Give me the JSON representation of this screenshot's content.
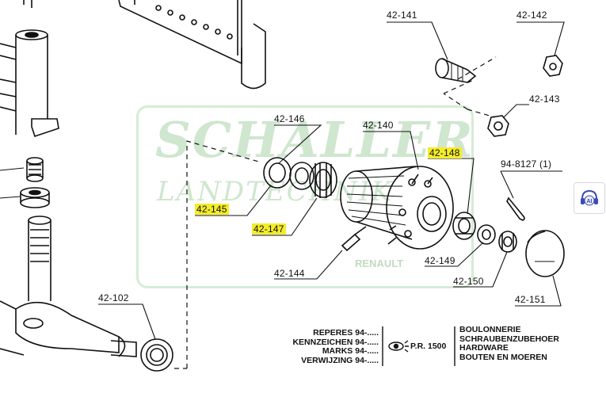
{
  "watermark": {
    "brand": "SCHALLER",
    "subtitle": "LANDTECHNIK",
    "renault": "RENAULT"
  },
  "parts": [
    {
      "id": "42-141",
      "highlight": false
    },
    {
      "id": "42-142",
      "highlight": false
    },
    {
      "id": "42-143",
      "highlight": false
    },
    {
      "id": "42-146",
      "highlight": false
    },
    {
      "id": "42-140",
      "highlight": false
    },
    {
      "id": "42-148",
      "highlight": true
    },
    {
      "id": "94-8127 (1)",
      "highlight": false
    },
    {
      "id": "42-145",
      "highlight": true
    },
    {
      "id": "42-147",
      "highlight": true
    },
    {
      "id": "42-149",
      "highlight": false
    },
    {
      "id": "42-144",
      "highlight": false
    },
    {
      "id": "42-150",
      "highlight": false
    },
    {
      "id": "42-151",
      "highlight": false
    },
    {
      "id": "42-102",
      "highlight": false
    }
  ],
  "legend": {
    "left": [
      "REPERES 94-.....",
      "KENNZEICHEN 94-.....",
      "MARKS 94-.....",
      "VERWIJZING 94-....."
    ],
    "code": "P.R. 1500",
    "right": [
      "BOULONNERIE",
      "SCHRAUBENZUBEHOER",
      "HARDWARE",
      "BOUTEN EN MOEREN"
    ]
  },
  "assistant": {
    "label": "AI"
  }
}
